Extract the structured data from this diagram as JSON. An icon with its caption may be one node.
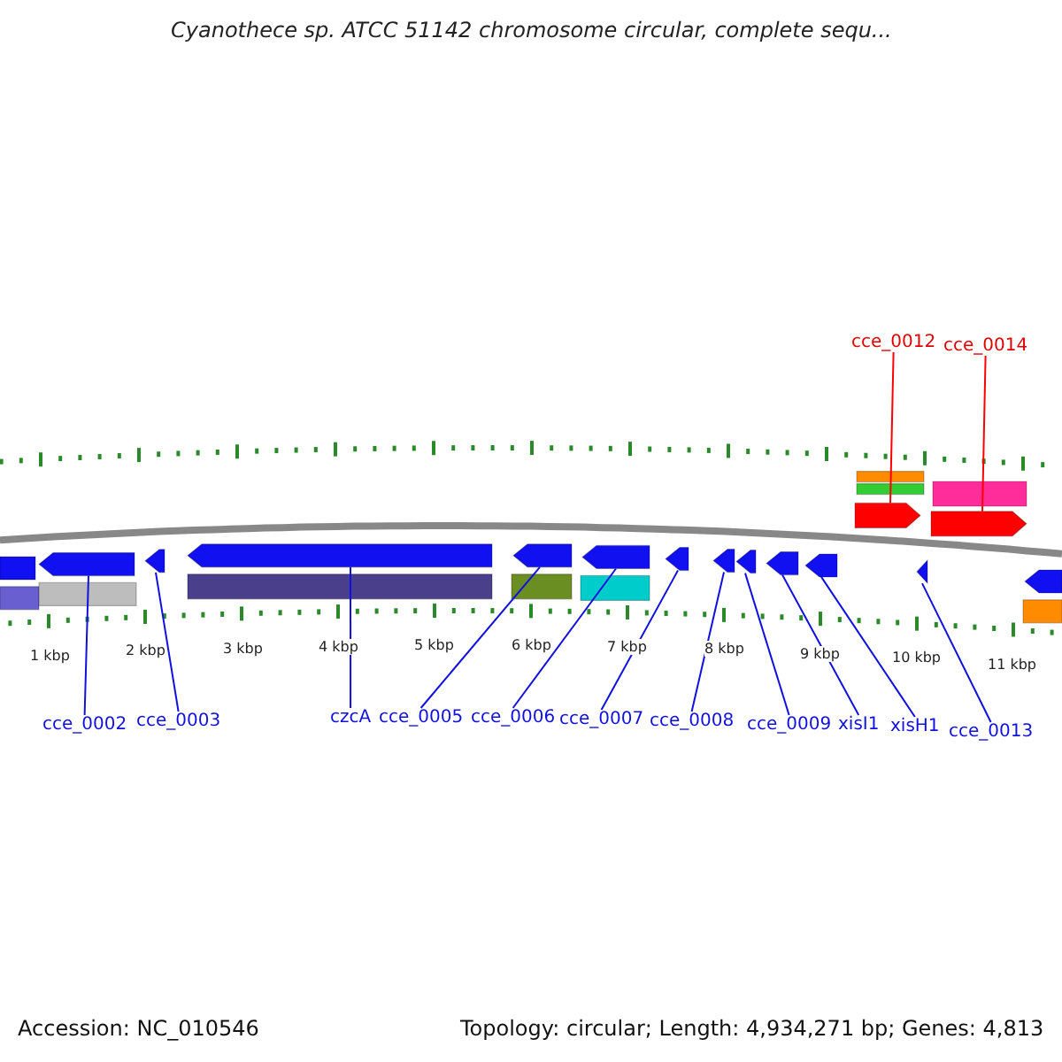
{
  "diagram": {
    "title": "Cyanothece sp. ATCC 51142 chromosome circular, complete sequ...",
    "nodes": [
      {
        "text": [
          "cce_0012"
        ]
      },
      {
        "text": [
          "cce_0014"
        ]
      },
      {
        "text": [
          "cce_0002"
        ]
      },
      {
        "text": [
          "cce_0003"
        ]
      },
      {
        "text": [
          "czcA"
        ]
      },
      {
        "text": [
          "cce_0005"
        ]
      },
      {
        "text": [
          "cce_0006"
        ]
      },
      {
        "text": [
          "cce_0007"
        ]
      },
      {
        "text": [
          "cce_0008"
        ]
      },
      {
        "text": [
          "cce_0009"
        ]
      },
      {
        "text": [
          "xisI1"
        ]
      },
      {
        "text": [
          "xisH1"
        ]
      },
      {
        "text": [
          "cce_0013"
        ]
      },
      {
        "text": [],
        "shape": "pentagon"
      },
      {
        "text": [],
        "shape": "pentagon"
      },
      {
        "text": [],
        "shape": "pentagon"
      },
      {
        "text": [],
        "shape": "pentagon"
      },
      {
        "text": [],
        "shape": "pentagon"
      },
      {
        "text": [],
        "shape": "pentagon"
      },
      {
        "text": [],
        "shape": "pentagon"
      },
      {
        "text": [],
        "shape": "pentagon"
      },
      {
        "text": [],
        "shape": "pentagon"
      },
      {
        "text": [],
        "shape": "pentagon"
      },
      {
        "text": [],
        "shape": "pentagon"
      },
      {
        "text": [],
        "shape": "pentagon"
      },
      {
        "text": [],
        "shape": "pentagon"
      },
      {
        "text": [],
        "shape": "box"
      },
      {
        "text": [],
        "shape": "pentagon"
      },
      {
        "text": [],
        "shape": "box"
      },
      {
        "text": [],
        "shape": "box"
      },
      {
        "text": [],
        "shape": "box"
      },
      {
        "text": [],
        "shape": "box"
      },
      {
        "text": [],
        "shape": "box"
      },
      {
        "text": [],
        "shape": "box"
      },
      {
        "text": [],
        "shape": "box"
      },
      {
        "text": [],
        "shape": "box"
      },
      {
        "text": [],
        "shape": "box"
      }
    ],
    "edges": [
      {
        "from": 0,
        "to": 13,
        "arrow": "none",
        "color": "#ff0000"
      },
      {
        "from": 1,
        "to": 14,
        "arrow": "none",
        "color": "#ff0000"
      },
      {
        "from": 2,
        "to": 15,
        "arrow": "none"
      },
      {
        "from": 3,
        "to": 16,
        "arrow": "none"
      },
      {
        "from": 4,
        "to": 17,
        "arrow": "none"
      },
      {
        "from": 5,
        "to": 18,
        "arrow": "none"
      },
      {
        "from": 6,
        "to": 19,
        "arrow": "none"
      },
      {
        "from": 7,
        "to": 20,
        "arrow": "none"
      },
      {
        "from": 8,
        "to": 21,
        "arrow": "none"
      },
      {
        "from": 9,
        "to": 22,
        "arrow": "none"
      },
      {
        "from": 10,
        "to": 23,
        "arrow": "none"
      },
      {
        "from": 11,
        "to": 24,
        "arrow": "none"
      },
      {
        "from": 12,
        "to": 25,
        "arrow": "none"
      }
    ],
    "labels": [
      "1 kbp",
      "2 kbp",
      "3 kbp",
      "4 kbp",
      "5 kbp",
      "6 kbp",
      "7 kbp",
      "8 kbp",
      "9 kbp",
      "10 kbp",
      "11 kbp",
      "Accession: NC_010546",
      "Topology: circular; Length: 4,934,271 bp; Genes: 4,813"
    ]
  }
}
